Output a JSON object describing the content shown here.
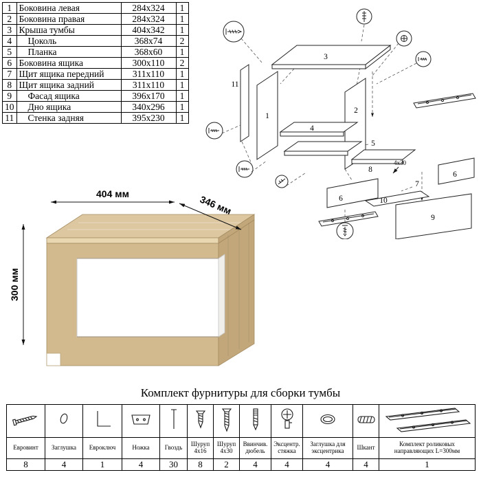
{
  "colors": {
    "wood-top": "#dcc7a0",
    "wood-edge": "#e8d7b0",
    "wood-front": "#d3ba8e",
    "wood-side": "#c2a77b",
    "drawer-front": "#ffffff"
  },
  "parts_table": {
    "rows": [
      {
        "num": "1",
        "name": "Боковина левая",
        "size": "284х324",
        "qty": "1"
      },
      {
        "num": "2",
        "name": "Боковина правая",
        "size": "284х324",
        "qty": "1"
      },
      {
        "num": "3",
        "name": "Крыша тумбы",
        "size": "404х342",
        "qty": "1"
      },
      {
        "num": "4",
        "name": "Цоколь",
        "size": "368х74",
        "qty": "2"
      },
      {
        "num": "5",
        "name": "Планка",
        "size": "368х60",
        "qty": "1"
      },
      {
        "num": "6",
        "name": "Боковина ящика",
        "size": "300х110",
        "qty": "2"
      },
      {
        "num": "7",
        "name": "Щит ящика передний",
        "size": "311х110",
        "qty": "1"
      },
      {
        "num": "8",
        "name": "Щит ящика задний",
        "size": "311х110",
        "qty": "1"
      },
      {
        "num": "9",
        "name": "Фасад ящика",
        "size": "396х170",
        "qty": "1"
      },
      {
        "num": "10",
        "name": "Дно ящика",
        "size": "340х296",
        "qty": "1"
      },
      {
        "num": "11",
        "name": "Стенка задняя",
        "size": "395х230",
        "qty": "1"
      }
    ]
  },
  "diagram": {
    "part_numbers": {
      "1": "1",
      "2": "2",
      "3": "3",
      "4": "4",
      "5": "5",
      "6": "6",
      "7": "7",
      "8": "8",
      "9": "9",
      "10": "10",
      "11": "11"
    },
    "annotation": "4х30"
  },
  "drawing": {
    "width_label": "404 мм",
    "depth_label": "346 мм",
    "height_label": "300 мм"
  },
  "hardware": {
    "title": "Комплект фурнитуры для сборки тумбы",
    "items": [
      {
        "label": "Евровинт",
        "qty": "8",
        "icon": "euro-screw-icon"
      },
      {
        "label": "Заглушка",
        "qty": "4",
        "icon": "cap-icon"
      },
      {
        "label": "Евроключ",
        "qty": "1",
        "icon": "hex-key-icon"
      },
      {
        "label": "Ножка",
        "qty": "4",
        "icon": "foot-icon"
      },
      {
        "label": "Гвоздь",
        "qty": "30",
        "icon": "nail-icon"
      },
      {
        "label": "Шуруп 4х16",
        "qty": "8",
        "icon": "screw-short-icon"
      },
      {
        "label": "Шуруп 4х30",
        "qty": "2",
        "icon": "screw-long-icon"
      },
      {
        "label": "Ввинчив. дюбель",
        "qty": "4",
        "icon": "threaded-dowel-icon"
      },
      {
        "label": "Эксцентр. стяжка",
        "qty": "4",
        "icon": "cam-lock-icon"
      },
      {
        "label": "Заглушка для эксцентрика",
        "qty": "4",
        "icon": "cam-cap-icon"
      },
      {
        "label": "Шкант",
        "qty": "4",
        "icon": "wood-dowel-icon"
      },
      {
        "label": "Комплект роликовых направляющих L=300мм",
        "qty": "1",
        "icon": "drawer-slides-icon"
      }
    ]
  }
}
